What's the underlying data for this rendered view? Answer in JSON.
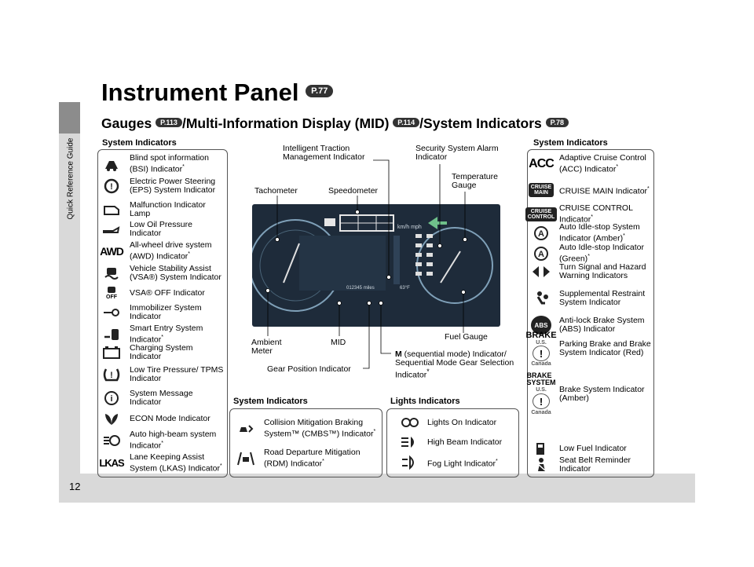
{
  "side_tab": {
    "label": "Quick Reference Guide"
  },
  "page_number": "12",
  "title": {
    "text": "Instrument Panel",
    "ref": "P.77"
  },
  "subtitle": {
    "part1": "Gauges",
    "ref1": "P.113",
    "part2": "/Multi-Information Display (MID)",
    "ref2": "P.114",
    "part3": "/System Indicators",
    "ref3": "P.78"
  },
  "left_panel": {
    "title": "System Indicators",
    "items": [
      {
        "icon": "blind-spot-icon",
        "label": "Blind spot information (BSI) Indicator",
        "star": true
      },
      {
        "icon": "eps-icon",
        "label": "Electric Power Steering (EPS) System Indicator",
        "star": false
      },
      {
        "icon": "engine-icon",
        "label": "Malfunction Indicator Lamp",
        "star": false
      },
      {
        "icon": "oil-can-icon",
        "label": "Low Oil Pressure Indicator",
        "star": false
      },
      {
        "icon": "awd-icon",
        "label": "All-wheel drive system (AWD) Indicator",
        "star": true
      },
      {
        "icon": "vsa-icon",
        "label": "Vehicle Stability Assist (VSA®) System Indicator",
        "star": false
      },
      {
        "icon": "vsa-off-icon",
        "label": "VSA® OFF Indicator",
        "star": false
      },
      {
        "icon": "key-icon",
        "label": "Immobilizer System Indicator",
        "star": false
      },
      {
        "icon": "smart-entry-icon",
        "label": "Smart Entry System Indicator",
        "star": true
      },
      {
        "icon": "battery-icon",
        "label": "Charging System Indicator",
        "star": false
      },
      {
        "icon": "tire-pressure-icon",
        "label": "Low Tire Pressure/ TPMS Indicator",
        "star": false
      },
      {
        "icon": "info-icon",
        "label": "System Message Indicator",
        "star": false
      },
      {
        "icon": "leaf-icon",
        "label": "ECON Mode Indicator",
        "star": false
      },
      {
        "icon": "auto-high-beam-icon",
        "label": "Auto high-beam system Indicator",
        "star": true
      },
      {
        "icon": "lkas-icon",
        "label": "Lane Keeping Assist System (LKAS) Indicator",
        "star": true
      }
    ],
    "awd_text": "AWD",
    "lkas_text": "LKAS",
    "vsa_off_text": "OFF"
  },
  "right_panel": {
    "title": "System Indicators",
    "items": [
      {
        "icon": "acc-icon",
        "label": "Adaptive Cruise Control (ACC) Indicator",
        "star": true
      },
      {
        "icon": "cruise-main-icon",
        "label": "CRUISE MAIN Indicator",
        "star": true
      },
      {
        "icon": "cruise-control-icon",
        "label": "CRUISE CONTROL Indicator",
        "star": true
      },
      {
        "icon": "idle-stop-amber-icon",
        "label": "Auto Idle-stop System Indicator (Amber)",
        "star": true
      },
      {
        "icon": "idle-stop-green-icon",
        "label": "Auto Idle-stop Indicator (Green)",
        "star": true
      },
      {
        "icon": "turn-signal-icon",
        "label": "Turn Signal and Hazard Warning Indicators",
        "star": false
      },
      {
        "icon": "srs-icon",
        "label": "Supplemental Restraint System Indicator",
        "star": false
      },
      {
        "icon": "abs-icon",
        "label": "Anti-lock Brake System (ABS) Indicator",
        "star": false
      },
      {
        "icon": "brake-red-icon",
        "label": "Parking Brake and Brake System Indicator (Red)",
        "star": false
      },
      {
        "icon": "brake-amber-icon",
        "label": "Brake System Indicator (Amber)",
        "star": false
      },
      {
        "icon": "fuel-pump-icon",
        "label": "Low Fuel Indicator",
        "star": false
      },
      {
        "icon": "seat-belt-icon",
        "label": "Seat Belt Reminder Indicator",
        "star": false
      }
    ],
    "acc_text": "ACC",
    "cruise_main_text": "CRUISE MAIN",
    "cruise_control_text": "CRUISE CONTROL",
    "abs_text": "ABS",
    "brake_text": "BRAKE",
    "brake_system_text": "BRAKE SYSTEM",
    "us": "U.S.",
    "canada": "Canada"
  },
  "callouts": {
    "tachometer": "Tachometer",
    "speedometer": "Speedometer",
    "traction": "Intelligent Traction Management Indicator",
    "security": "Security System Alarm Indicator",
    "temperature": "Temperature Gauge",
    "ambient": "Ambient Meter",
    "mid": "MID",
    "fuel_gauge": "Fuel Gauge",
    "gear_position": "Gear Position Indicator",
    "m_indicator_bold": "M",
    "m_indicator": "(sequential mode) Indicator/ Sequential Mode Gear Selection Indicator"
  },
  "panel_display": {
    "speed_unit": "km/h mph",
    "odometer": "012345 miles",
    "trip": "63°F"
  },
  "bottom_mid": {
    "title": "System Indicators",
    "items": [
      {
        "icon": "collision-icon",
        "label": "Collision Mitigation Braking System™ (CMBS™) Indicator",
        "star": true
      },
      {
        "icon": "rdm-icon",
        "label": "Road Departure Mitigation (RDM) Indicator",
        "star": true
      }
    ]
  },
  "bottom_lights": {
    "title": "Lights Indicators",
    "items": [
      {
        "icon": "lights-on-icon",
        "label": "Lights On Indicator",
        "star": false
      },
      {
        "icon": "high-beam-icon",
        "label": "High Beam Indicator",
        "star": false
      },
      {
        "icon": "fog-light-icon",
        "label": "Fog Light Indicator",
        "star": true
      }
    ]
  },
  "colors": {
    "panel_bg": "#1e2b3a",
    "sidebar": "#d9d9d9",
    "tab": "#8c8c8c"
  }
}
